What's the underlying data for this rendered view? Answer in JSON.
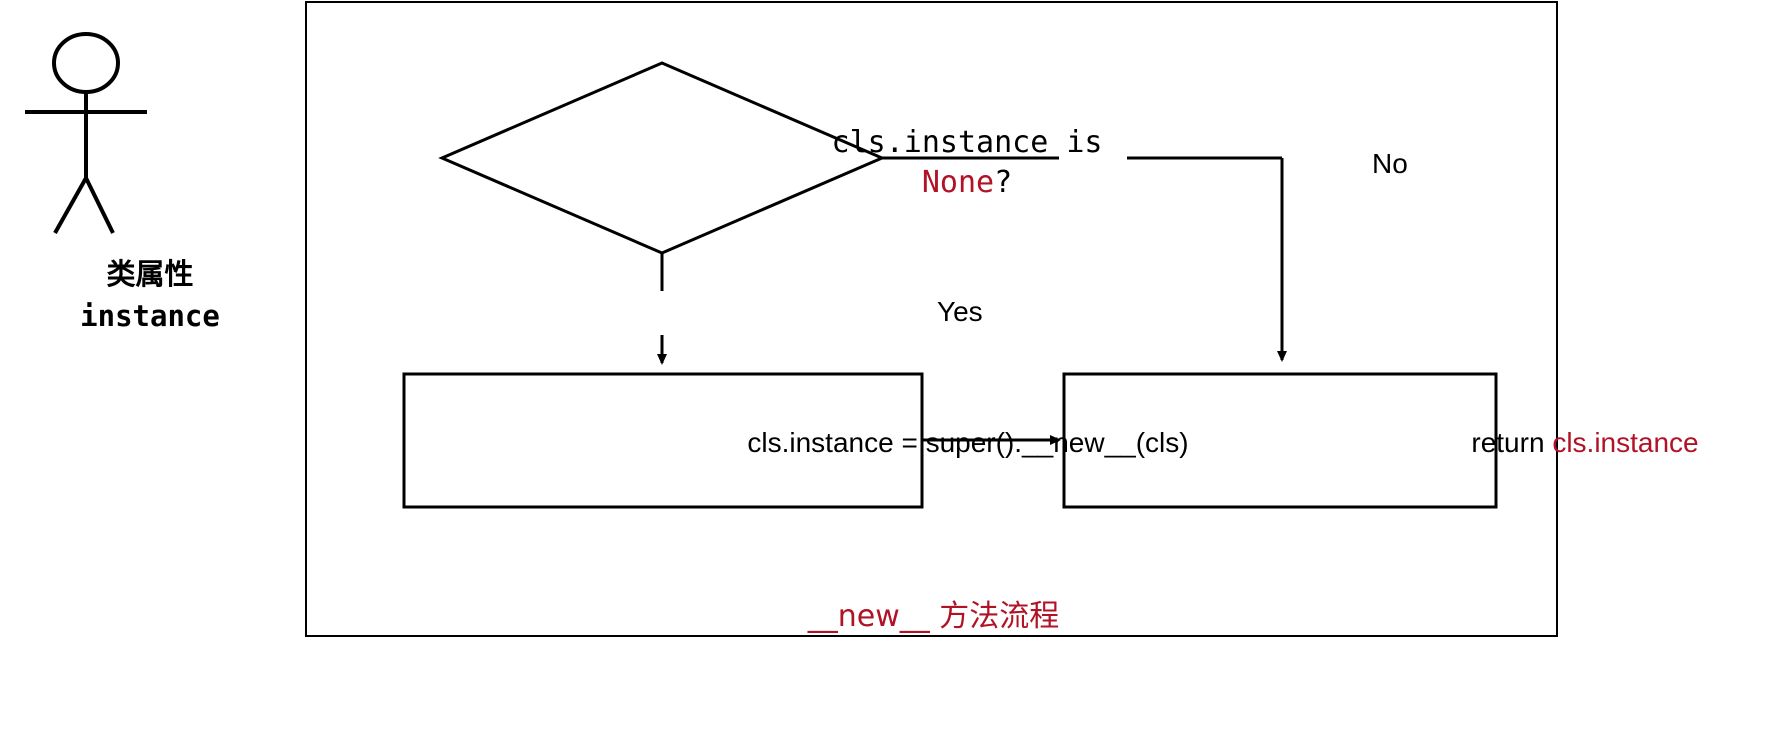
{
  "diagram": {
    "title": "__new__ 方法流程",
    "caption_accent_color": "#b11226",
    "line_color": "#000000",
    "background": "#ffffff"
  },
  "actor": {
    "icon": "stick-figure-actor",
    "label_cn": "类属性",
    "label_attr": "instance"
  },
  "decision": {
    "line1": "cls.instance is",
    "line2_accent": "None",
    "line2_suffix": "?"
  },
  "edges": {
    "no_label": "No",
    "yes_label": "Yes"
  },
  "process_box": {
    "text": "cls.instance = super().__new__(cls)"
  },
  "return_box": {
    "prefix": "return ",
    "accent": "cls.instance"
  },
  "caption": {
    "code": "__new__",
    "text": " 方法流程"
  }
}
